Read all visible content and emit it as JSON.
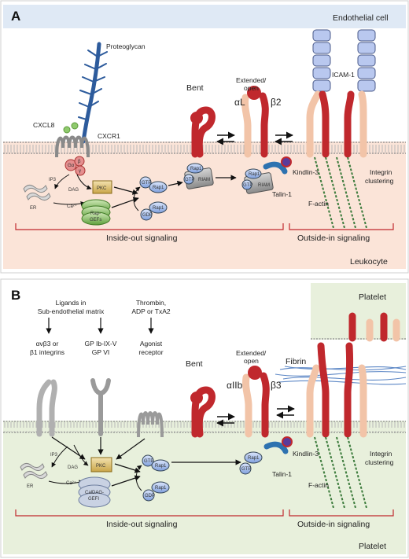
{
  "panel_a": {
    "letter": "A",
    "endothelial_cell": "Endothelial cell",
    "leukocyte": "Leukocyte",
    "proteoglycan": "Proteoglycan",
    "cxcl8": "CXCL8",
    "cxcr1": "CXCR1",
    "bent": "Bent",
    "extended_open": [
      "Extended/",
      "open"
    ],
    "alpha": "αL",
    "beta": "β2",
    "icam1": "ICAM-1",
    "kindlin3": "Kindlin-3",
    "talin1": "Talin-1",
    "f_actin": "F-actin",
    "integrin_clustering": [
      "Integrin",
      "clustering"
    ],
    "inside_out": "Inside-out signaling",
    "outside_in": "Outside-in signaling",
    "ip3": "IP3",
    "dag": "DAG",
    "er": "ER",
    "ca": "Ca²⁺",
    "pkc": "PKC",
    "rap_gefs": [
      "Rap-",
      "GEFs"
    ],
    "gtp": "GTP",
    "gdp": "GDP",
    "rap1": "Rap1",
    "riam": "RIAM",
    "g_beta": "β",
    "g_gamma": "γ",
    "g_alpha": "Gα"
  },
  "panel_b": {
    "letter": "B",
    "platelet_top": "Platelet",
    "platelet_bottom": "Platelet",
    "fibrin": "Fibrin",
    "ligands": [
      "Ligands in",
      "Sub-endothelial matrix"
    ],
    "thrombin": [
      "Thrombin,",
      "ADP or TxA2"
    ],
    "integrins": [
      "αvβ3 or",
      "β1 integrins"
    ],
    "gp": [
      "GP Ib-IX-V",
      "GP VI"
    ],
    "agonist": [
      "Agonist",
      "receptor"
    ],
    "bent": "Bent",
    "extended_open": [
      "Extended/",
      "open"
    ],
    "alpha": "αIIb",
    "beta": "β3",
    "kindlin3": "Kindlin-3",
    "talin1": "Talin-1",
    "f_actin": "F-actin",
    "integrin_clustering": [
      "Integrin",
      "clustering"
    ],
    "inside_out": "Inside-out signaling",
    "outside_in": "Outside-in signaling",
    "ip3": "IP3",
    "dag": "DAG",
    "er": "ER",
    "ca": "Ca²⁺",
    "pkc": "PKC",
    "caldag": [
      "CalDAG-",
      "GEFI"
    ],
    "gtp": "GTP",
    "gdp": "GDP",
    "rap1": "Rap1"
  },
  "colors": {
    "membrane_fill": "#fbe4d8",
    "platelet_fill": "#e8f0dc",
    "endothelial_fill": "#dfe9f5",
    "integrin_alpha": "#f2c4a8",
    "integrin_beta": "#c0282d",
    "label_red": "#c0282d",
    "proteoglycan": "#2d5b9c"
  }
}
